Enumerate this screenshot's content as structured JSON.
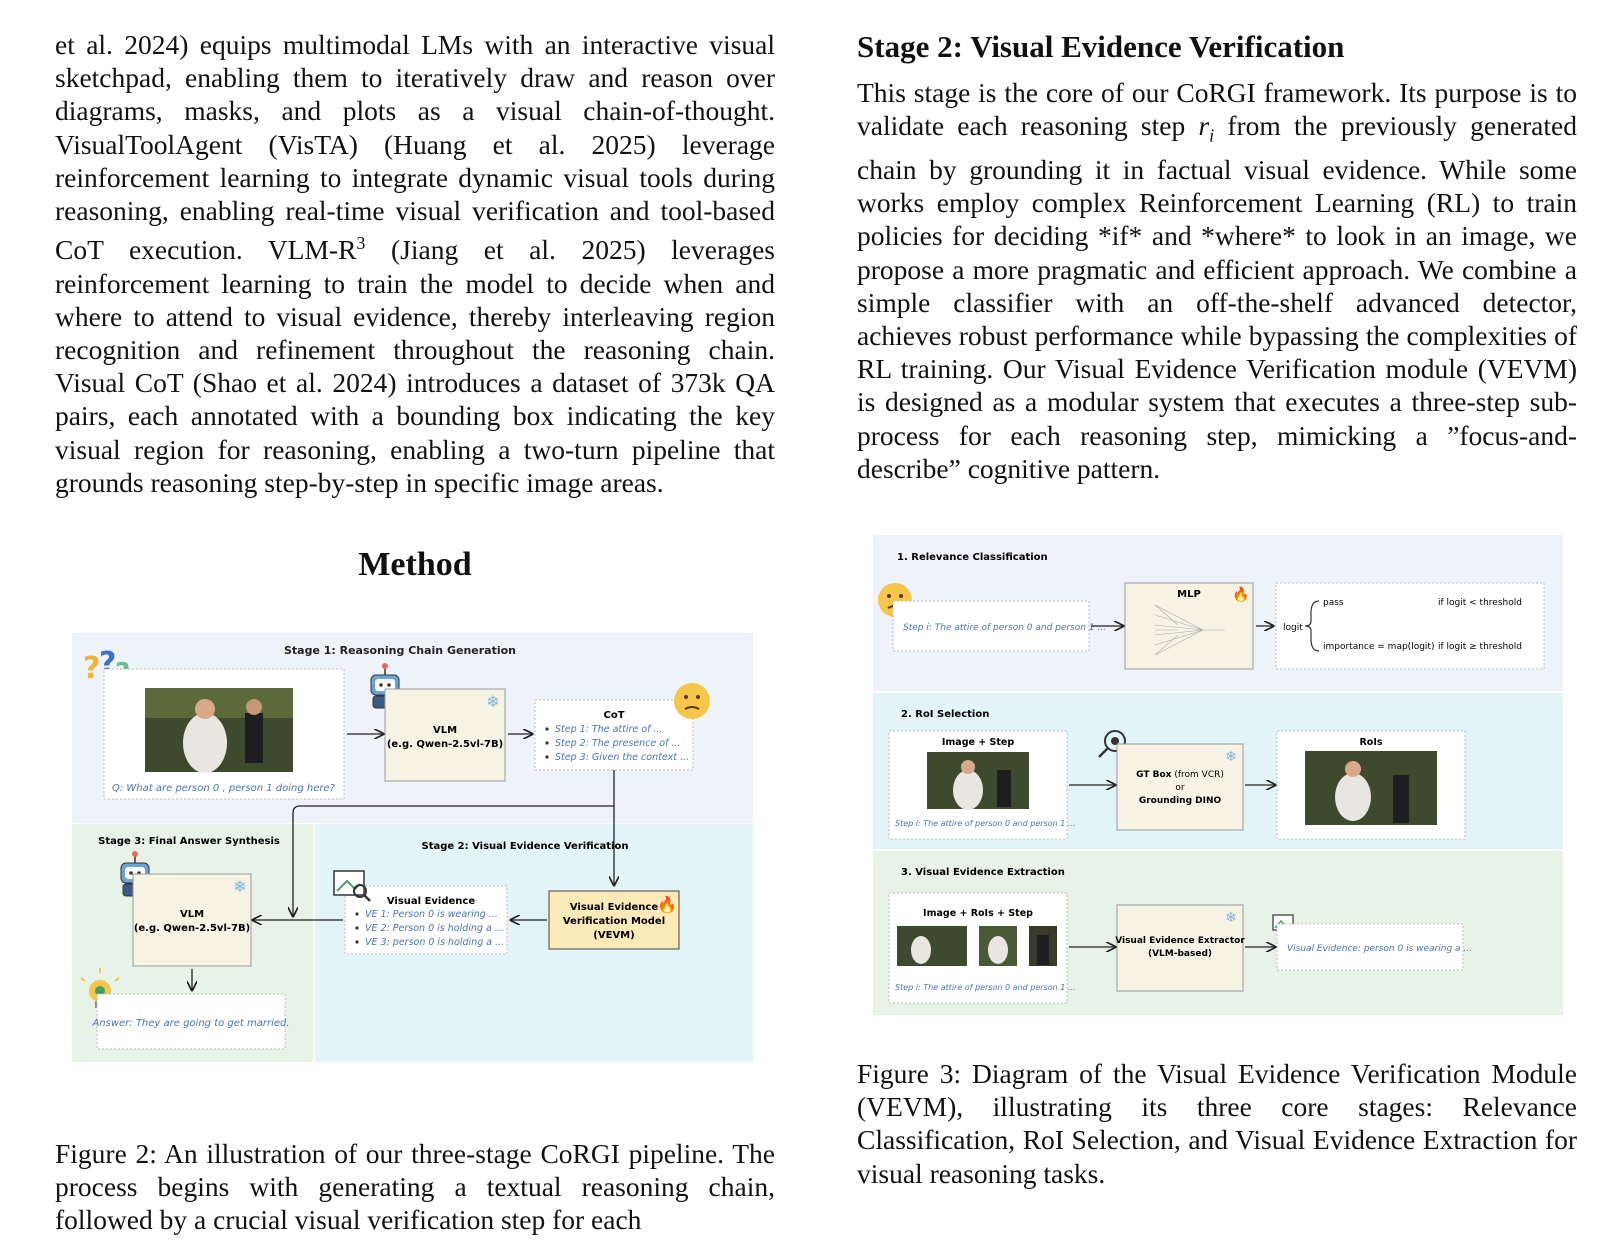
{
  "left": {
    "intro_paragraph": "et al. 2024) equips multimodal LMs with an interactive vi­sual sketchpad, enabling them to iteratively draw and rea­son over diagrams, masks, and plots as a visual chain­-of-thought. VisualToolAgent (VisTA) (Huang et al. 2025) leverage reinforcement learning to integrate dynamic visual tools during reasoning, enabling real-time visual verification and tool-based CoT execution.",
    "intro_paragraph_b1": " VLM-R",
    "intro_sup": "3",
    "intro_paragraph_b2": " (Jiang et al. 2025) leverages reinforcement learning to train the model to de­cide when and where to attend to visual evidence, thereby in­terleaving region recognition and refinement throughout the reasoning chain. Visual CoT (Shao et al. 2024) introduces a dataset of 373k QA pairs, each annotated with a bounding box indicating the key visual region for reasoning, enabling a two-turn pipeline that grounds reasoning step-by-step in specific image areas.",
    "method_title": "Method",
    "fig2_caption": "Figure 2: An illustration of our three-stage CoRGI pipeline. The process begins with generating a textual reasoning chain, followed by a crucial visual verification step for each"
  },
  "right": {
    "stage2_title": "Stage 2: Visual Evidence Verification",
    "stage2_paragraph_a": "This stage is the core of our CoRGI framework. Its pur­pose is to validate each reasoning step ",
    "stage2_math": "r",
    "stage2_math_sub": "i",
    "stage2_paragraph_b": " from the previously generated chain by grounding it in factual visual evidence. While some works employ complex Reinforcement Learn­ing (RL) to train policies for deciding *if* and *where* to look in an image, we propose a more pragmatic and efficient approach. We combine a simple classifier with an off-the-shelf advanced detector, achieves robust performance while bypassing the complexities of RL training. Our Visual Ev­idence Verification module (VEVM) is designed as a mod­ular system that executes a three-step sub-process for each reasoning step, mimicking a ”focus-and-describe” cognitive pattern.",
    "fig3_caption": "Figure 3: Diagram of the Visual Evidence Verification Mod­ule (VEVM), illustrating its three core stages: Relevance Classification, RoI Selection, and Visual Evidence Extrac­tion for visual reasoning tasks."
  },
  "fig2": {
    "stage1_title": "Stage 1:  Reasoning Chain Generation",
    "question": "Q: What are person 0 , person 1  doing here?",
    "vlm_line1": "VLM",
    "vlm_line2": "(e.g. Qwen-2.5vl-7B)",
    "cot_title": "CoT",
    "cot_steps": [
      "Step 1: The attire of ...",
      "Step 2: The presence of ...",
      "Step 3: Given the context ..."
    ],
    "stage2_title": "Stage 2:  Visual Evidence Verification",
    "vevm_line1": "Visual Evidence",
    "vevm_line2": "Verification Model",
    "vevm_line3": "(VEVM)",
    "ve_title": "Visual Evidence",
    "ve_items": [
      "VE 1: Person 0 is wearing ...",
      "VE 2: Person 0 is holding a ...",
      "VE 3: person 0 is holding a ..."
    ],
    "stage3_title": "Stage 3:  Final Answer Synthesis",
    "answer": "Answer:  They are going to get married."
  },
  "fig3": {
    "s1_title": "1. Relevance Classification",
    "s1_step": "Step i: The attire of person 0 and person 1 ...",
    "mlp": "MLP",
    "logit": "logit",
    "pass": "pass",
    "pass_cond": "if  logit < threshold",
    "importance": "importance = map(logit)",
    "importance_cond": "if logit ≥ threshold",
    "s2_title": "2. RoI Selection",
    "s2_input": "Image + Step",
    "s2_step": "Step i: The attire of person 0 and person 1 ...",
    "gt_box": "GT Box",
    "gt_from": " (from VCR)",
    "or": "or",
    "grounding": "Grounding DINO",
    "rois": "RoIs",
    "s3_title": "3. Visual Evidence Extraction",
    "s3_input": "Image + RoIs + Step",
    "s3_step": "Step i: The attire of person 0 and person 1 ...",
    "extractor_line1": "Visual Evidence Extractor",
    "extractor_line2": "(VLM-based)",
    "ve_out": "Visual Evidence: person 0 is wearing a ..."
  },
  "colors": {
    "stage1_bg": "#eef3f9",
    "stage2_bg": "#e3f4f8",
    "stage3_bg": "#e6f3e6",
    "vlm_box": "#f6f2e4",
    "vevm_box": "#fbe9b8",
    "italic_blue": "#4a73b8"
  }
}
